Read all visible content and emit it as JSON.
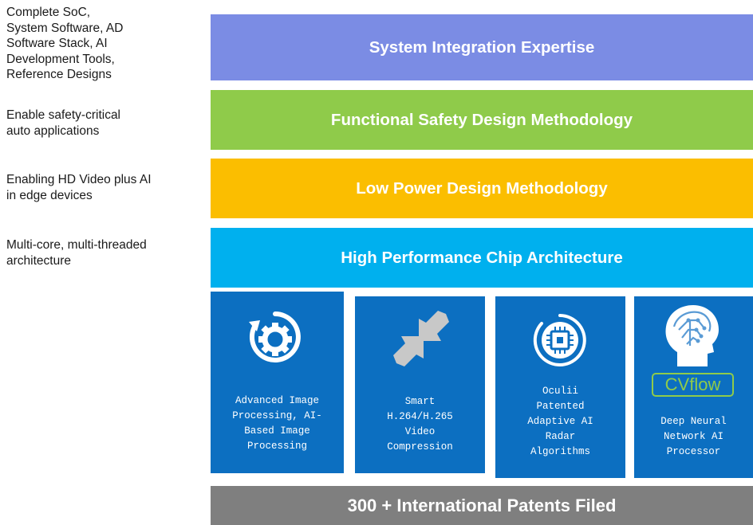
{
  "left_notes": [
    "Complete SoC,\nSystem Software, AD\nSoftware Stack, AI\nDevelopment Tools,\nReference Designs",
    "Enable safety-critical\nauto applications",
    "Enabling HD Video plus AI\nin edge devices",
    "Multi-core, multi-threaded\narchitecture"
  ],
  "layers": [
    {
      "label": "System Integration Expertise",
      "color": "#7b8ce4"
    },
    {
      "label": "Functional Safety Design Methodology",
      "color": "#8fcb4a"
    },
    {
      "label": "Low Power Design Methodology",
      "color": "#fbbe00"
    },
    {
      "label": "High Performance Chip Architecture",
      "color": "#00b0ee"
    }
  ],
  "tiles": [
    {
      "label": "Advanced Image\nProcessing, AI-\nBased Image\nProcessing",
      "icon": "gear-refresh-icon"
    },
    {
      "label": "Smart\nH.264/H.265\nVideo\nCompression",
      "icon": "compress-arrows-icon"
    },
    {
      "label": "Oculii\nPatented\nAdaptive AI\nRadar\nAlgorithms",
      "icon": "chip-radar-icon"
    },
    {
      "label": "Deep Neural\nNetwork AI\nProcessor",
      "icon": "brain-head-icon",
      "badge": "CVflow"
    }
  ],
  "tile_color": "#0c6fc1",
  "footer": {
    "label": "300 + International Patents Filed",
    "color": "#7f7f7f"
  }
}
